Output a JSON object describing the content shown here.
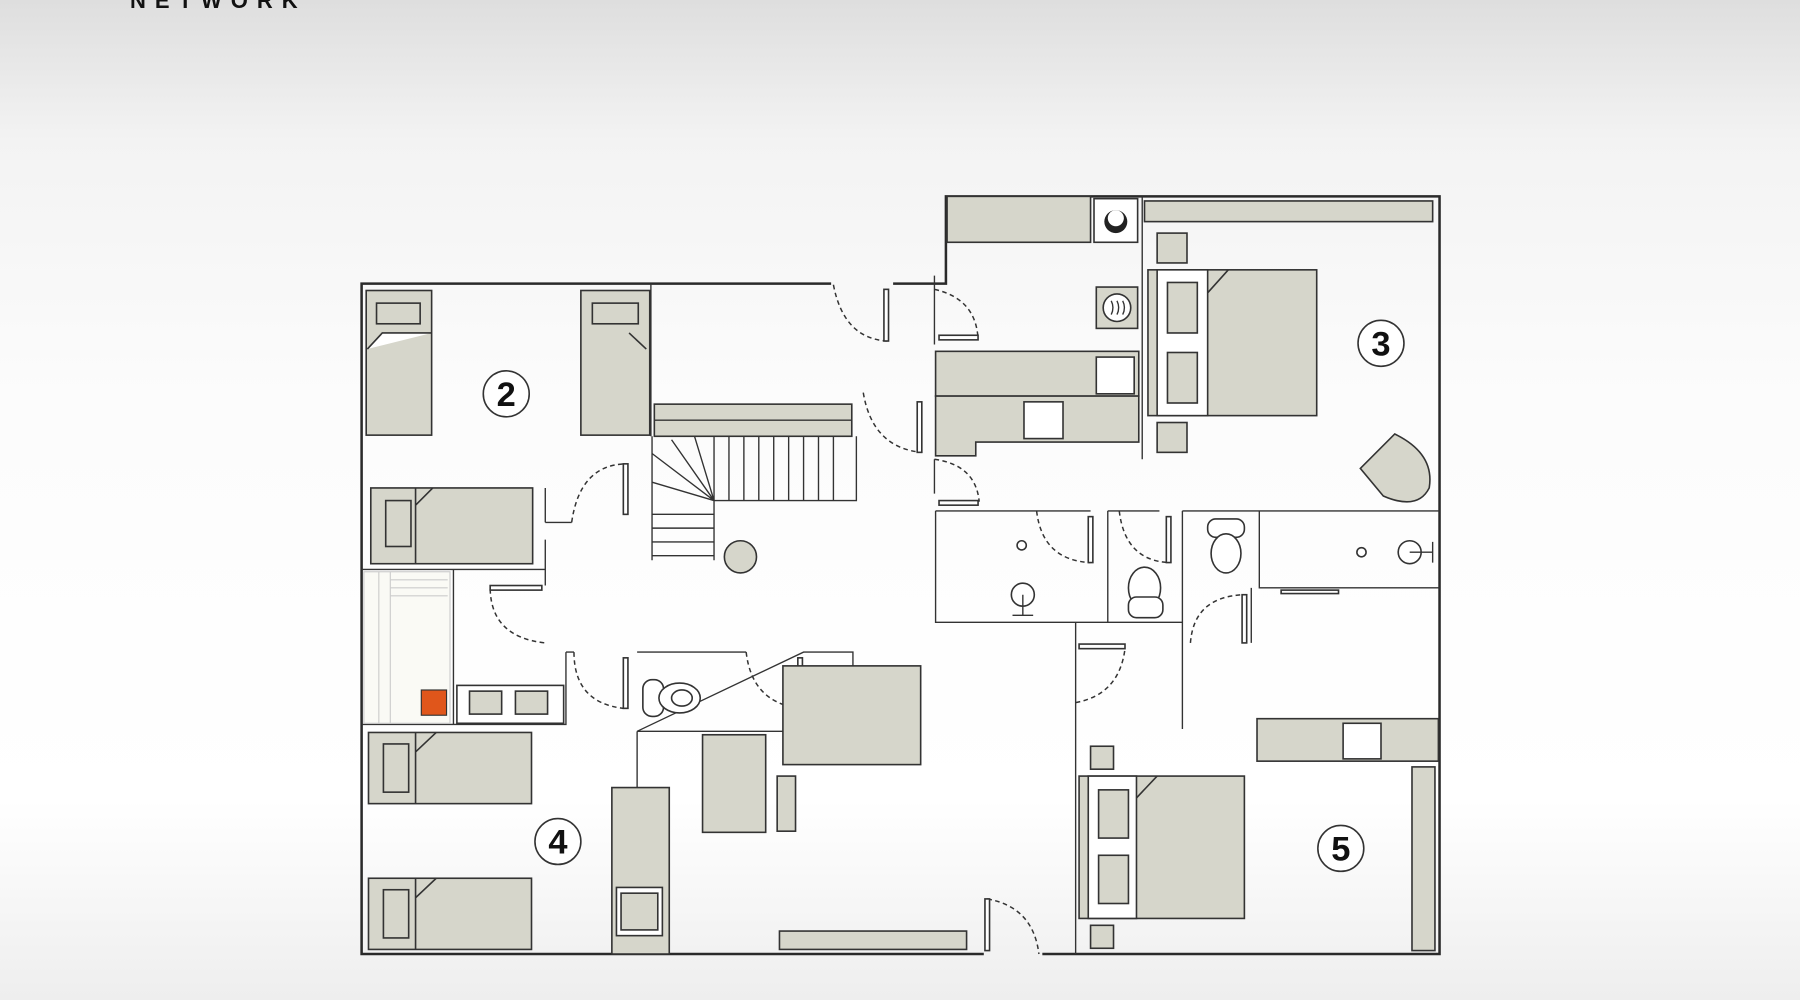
{
  "header": {
    "brand": "NETWORK"
  },
  "floorplan": {
    "rooms": [
      {
        "label": "2"
      },
      {
        "label": "3"
      },
      {
        "label": "4"
      },
      {
        "label": "5"
      }
    ],
    "colors": {
      "furniture": "#d6d6cb",
      "wall": "#2a2a2a",
      "heater": "#e0561b"
    }
  }
}
